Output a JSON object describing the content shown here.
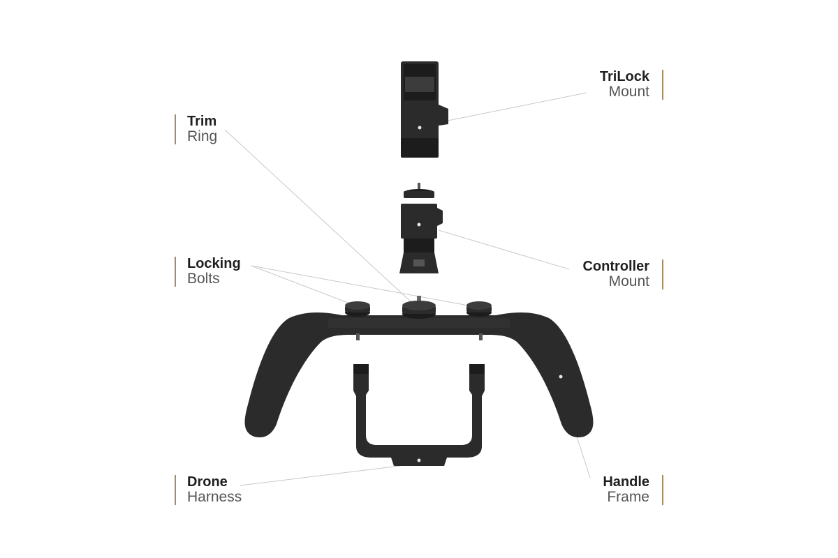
{
  "colors": {
    "accent": "#a38b63",
    "part": "#2b2b2b",
    "part_dark": "#1c1c1c",
    "part_light": "#3c3c3c",
    "leader": "#c8c8c8",
    "label_bold": "#1f1f1f",
    "label_light": "#555555"
  },
  "labels": {
    "trim": {
      "bold": "Trim",
      "light": "Ring"
    },
    "locking": {
      "bold": "Locking",
      "light": "Bolts"
    },
    "drone": {
      "bold": "Drone",
      "light": "Harness"
    },
    "trilock": {
      "bold": "TriLock",
      "light": "Mount"
    },
    "controller": {
      "bold": "Controller",
      "light": "Mount"
    },
    "handle": {
      "bold": "Handle",
      "light": "Frame"
    }
  },
  "icons": {
    "trilock_mount": "trilock-mount-icon",
    "controller_mount": "controller-mount-icon",
    "handle_frame": "handle-frame-icon",
    "drone_harness": "drone-harness-icon",
    "locking_bolt": "locking-bolt-icon",
    "trim_ring": "trim-ring-icon"
  }
}
